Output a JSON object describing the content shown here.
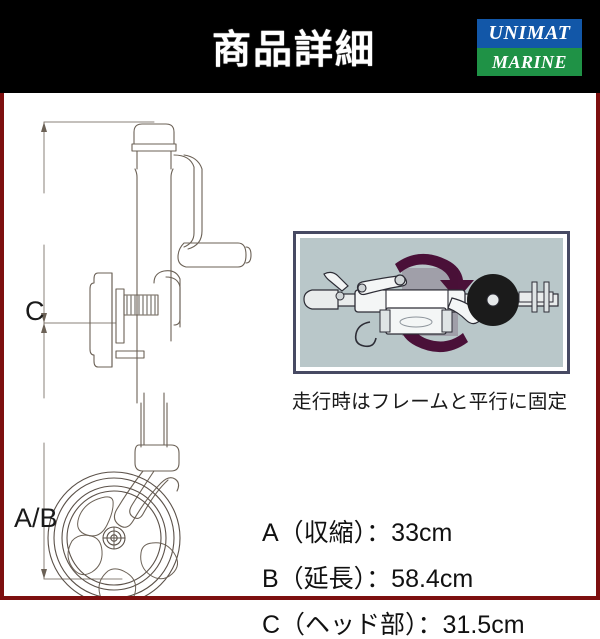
{
  "header": {
    "title": "商品詳細",
    "logo": {
      "top_text": "UNIMAT",
      "bottom_text": "MARINE",
      "top_color": "#1257a8",
      "bottom_color": "#1f9246"
    },
    "background_color": "#000000"
  },
  "border_color": "#7d0f0f",
  "drawing": {
    "caption_c": "C",
    "caption_ab": "A/B",
    "subject": "trailer-jack-wheel-line-drawing"
  },
  "inset": {
    "caption": "走行時はフレームと平行に固定",
    "subject": "trailer-jack-folded-parallel-illustration",
    "background_color": "#b9c7c9",
    "frame_color": "#474a63",
    "arrow_color": "#4a1038"
  },
  "specs": [
    "A（収縮）：33cm",
    "B（延長）：58.4cm",
    "C（ヘッド部）：31.5cm"
  ],
  "spec_values": {
    "a_label": "A（収縮）",
    "a_value": "33cm",
    "b_label": "B（延長）",
    "b_value": "58.4cm",
    "c_label": "C（ヘッド部）",
    "c_value": "31.5cm"
  }
}
